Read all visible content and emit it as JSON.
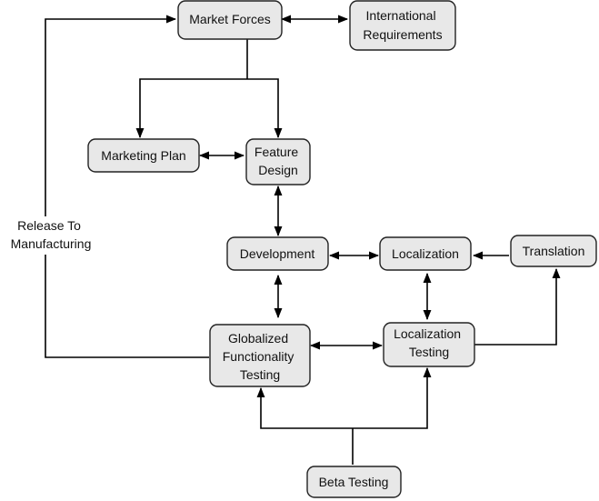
{
  "nodes": {
    "market_forces": {
      "lines": [
        "Market Forces"
      ]
    },
    "international_requirements": {
      "lines": [
        "International",
        "Requirements"
      ]
    },
    "marketing_plan": {
      "lines": [
        "Marketing Plan"
      ]
    },
    "feature_design": {
      "lines": [
        "Feature",
        "Design"
      ]
    },
    "development": {
      "lines": [
        "Development"
      ]
    },
    "localization": {
      "lines": [
        "Localization"
      ]
    },
    "translation": {
      "lines": [
        "Translation"
      ]
    },
    "globalized_functionality_testing": {
      "lines": [
        "Globalized",
        "Functionality",
        "Testing"
      ]
    },
    "localization_testing": {
      "lines": [
        "Localization",
        "Testing"
      ]
    },
    "beta_testing": {
      "lines": [
        "Beta Testing"
      ]
    }
  },
  "release_label": {
    "lines": [
      "Release To",
      "Manufacturing"
    ]
  }
}
